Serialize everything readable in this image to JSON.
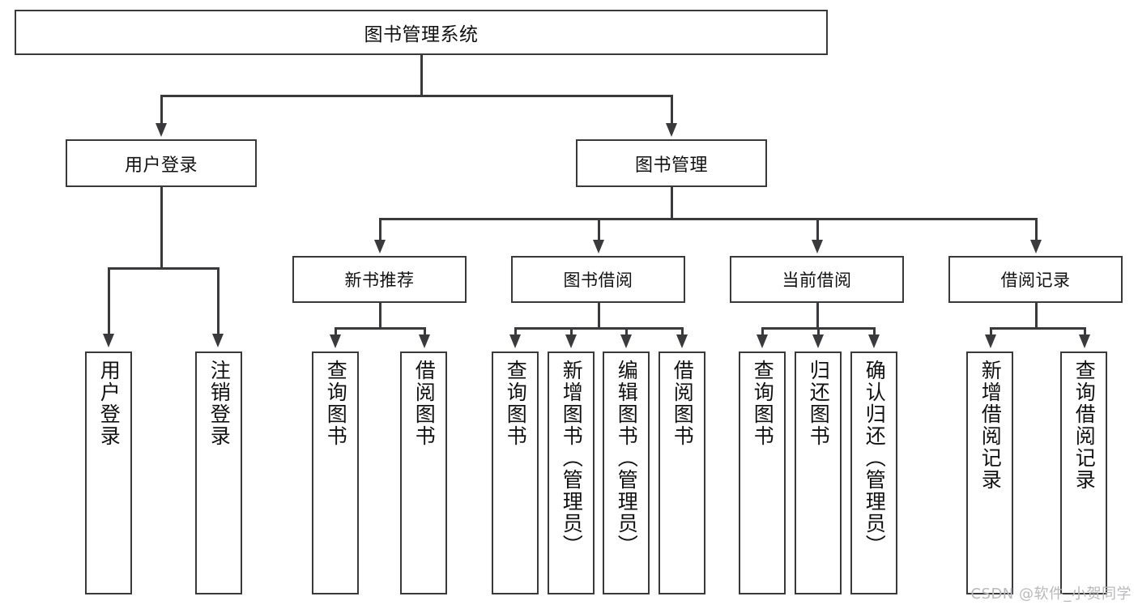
{
  "diagram": {
    "type": "tree",
    "title": "图书管理系统",
    "root": {
      "label": "图书管理系统"
    },
    "level2": [
      {
        "label": "用户登录"
      },
      {
        "label": "图书管理"
      }
    ],
    "level3": [
      {
        "label": "新书推荐"
      },
      {
        "label": "图书借阅"
      },
      {
        "label": "当前借阅"
      },
      {
        "label": "借阅记录"
      }
    ],
    "leaves": {
      "user_login": [
        {
          "label": "用户登录"
        },
        {
          "label": "注销登录"
        }
      ],
      "new_book_recommend": [
        {
          "label": "查询图书"
        },
        {
          "label": "借阅图书"
        }
      ],
      "book_borrow": [
        {
          "label": "查询图书"
        },
        {
          "label": "新增图书（管理员）"
        },
        {
          "label": "编辑图书（管理员）"
        },
        {
          "label": "借阅图书"
        }
      ],
      "current_borrow": [
        {
          "label": "查询图书"
        },
        {
          "label": "归还图书"
        },
        {
          "label": "确认归还（管理员）"
        }
      ],
      "borrow_records": [
        {
          "label": "新增借阅记录"
        },
        {
          "label": "查询借阅记录"
        }
      ]
    }
  },
  "watermark": {
    "text": "CSDN @软件_小贺同学"
  },
  "colors": {
    "border": "#3a3a3c",
    "background": "#ffffff",
    "text": "#111111",
    "watermark": "#b9b9bb"
  }
}
